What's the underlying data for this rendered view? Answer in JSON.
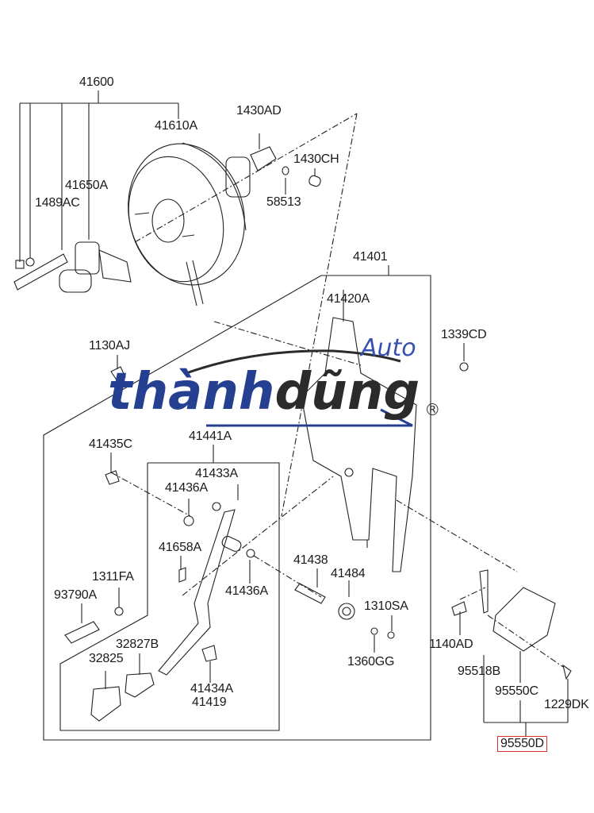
{
  "watermark": {
    "part1": "thành",
    "part2": "dũng",
    "suffix": "Auto",
    "registered": "®",
    "blue": "#253f91",
    "dark": "#2b2b2b"
  },
  "highlight_color": "#d9312c",
  "labels": {
    "l41600": "41600",
    "l41610A": "41610A",
    "l1430AD": "1430AD",
    "l1430CH": "1430CH",
    "l41650A": "41650A",
    "l1489AC": "1489AC",
    "l58513": "58513",
    "l41401": "41401",
    "l41420A": "41420A",
    "l1339CD": "1339CD",
    "l1130AJ": "1130AJ",
    "l41435C": "41435C",
    "l41441A": "41441A",
    "l41433A": "41433A",
    "l41436A_1": "41436A",
    "l41658A": "41658A",
    "l1311FA": "1311FA",
    "l93790A": "93790A",
    "l41436A_2": "41436A",
    "l41438": "41438",
    "l41484": "41484",
    "l1310SA": "1310SA",
    "l32827B": "32827B",
    "l32825": "32825",
    "l41434A": "41434A",
    "l41419": "41419",
    "l1360GG": "1360GG",
    "l1140AD": "1140AD",
    "l95518B": "95518B",
    "l95550C": "95550C",
    "l1229DK": "1229DK",
    "l95550D": "95550D"
  }
}
